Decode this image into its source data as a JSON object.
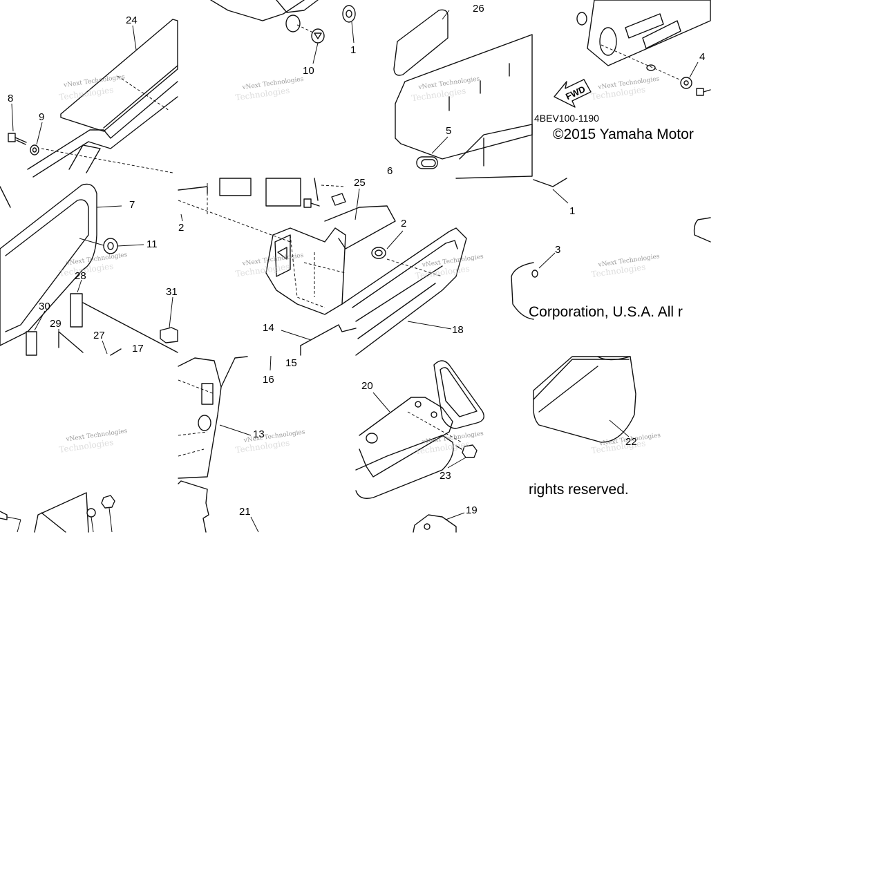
{
  "diagram_code": "4BEV100-1190",
  "copyright_line_1": "©2015 Yamaha Motor",
  "copyright_line_2": "Corporation, U.S.A. All r",
  "copyright_line_3": "rights reserved.",
  "watermark_line_1": "vNext Technologies",
  "watermark_line_2": "Technologies",
  "fwd_label": "FWD",
  "callouts": {
    "c1a": "1",
    "c1b": "1",
    "c2": "2",
    "c2b": "2",
    "c3": "3",
    "c4": "4",
    "c5": "5",
    "c6": "6",
    "c7": "7",
    "c8": "8",
    "c9": "9",
    "c10": "10",
    "c11": "11",
    "c13": "13",
    "c14": "14",
    "c15": "15",
    "c16": "16",
    "c17": "17",
    "c18": "18",
    "c19": "19",
    "c20": "20",
    "c21": "21",
    "c22": "22",
    "c23": "23",
    "c24": "24",
    "c25": "25",
    "c26": "26",
    "c27": "27",
    "c28": "28",
    "c29": "29",
    "c30": "30",
    "c31": "31"
  }
}
